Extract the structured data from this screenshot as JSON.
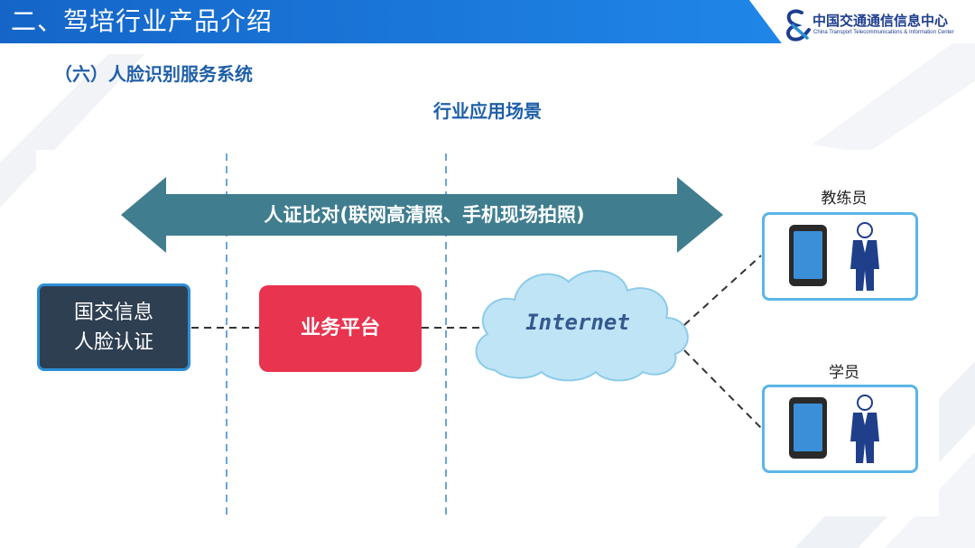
{
  "header": {
    "title": "二、驾培行业产品介绍",
    "logo_name": "中国交通通信信息中心",
    "logo_subtitle": "China Transport Telecommunications & Information Center"
  },
  "section": {
    "subtitle": "（六）人脸识别服务系统",
    "scene_title": "行业应用场景"
  },
  "diagram": {
    "arrow_label": "人证比对(联网高清照、手机现场拍照)",
    "national_box_line1": "国交信息",
    "national_box_line2": "人脸认证",
    "platform_box": "业务平台",
    "cloud_label": "Internet",
    "coach_label": "教练员",
    "student_label": "学员"
  },
  "colors": {
    "header_blue": "#1a73d9",
    "arrow_teal": "#3f7d8f",
    "platform_red": "#e8344e",
    "national_dark": "#2f3f52",
    "cloud_blue": "#b9e2f5",
    "role_border": "#5bb5e8",
    "text_blue": "#1f5fa8"
  },
  "icons": [
    "logo-ampersand-icon",
    "double-arrow-icon",
    "cloud-icon",
    "phone-icon",
    "person-icon"
  ]
}
